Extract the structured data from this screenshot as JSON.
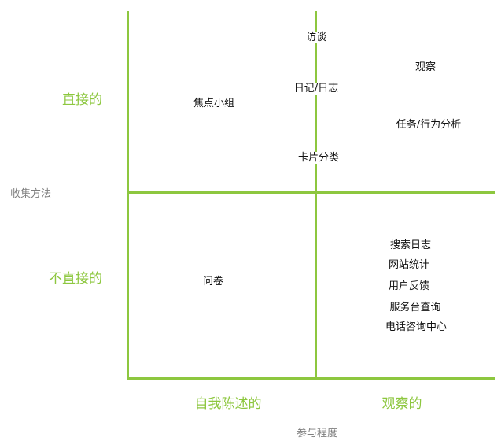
{
  "colors": {
    "accent": "#8dc73f",
    "text": "#111111",
    "axis_label": "#7f7f7f"
  },
  "y_axis": {
    "title": "收集方法",
    "top": "直接的",
    "bottom": "不直接的"
  },
  "x_axis": {
    "title": "参与程度",
    "left": "自我陈述的",
    "right": "观察的"
  },
  "methods": {
    "interview": "访谈",
    "observation": "观察",
    "focus_group": "焦点小组",
    "diary": "日记/日志",
    "task_analysis": "任务/行为分析",
    "card_sorting": "卡片分类",
    "survey": "问卷",
    "search_logs": "搜索日志",
    "web_analytics": "网站统计",
    "user_feedback": "用户反馈",
    "helpdesk_queries": "服务台查询",
    "call_center": "电话咨询中心"
  }
}
